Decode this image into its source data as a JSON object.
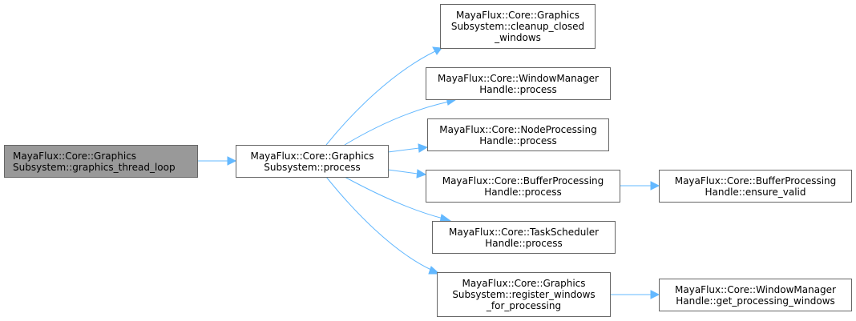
{
  "nodes": {
    "root": {
      "line1": "MayaFlux::Core::Graphics",
      "line2": "Subsystem::graphics_thread_loop"
    },
    "process": {
      "line1": "MayaFlux::Core::Graphics",
      "line2": "Subsystem::process"
    },
    "cleanup": {
      "line1": "MayaFlux::Core::Graphics",
      "line2": "Subsystem::cleanup_closed",
      "line3": "_windows"
    },
    "wm_process": {
      "line1": "MayaFlux::Core::WindowManager",
      "line2": "Handle::process"
    },
    "node_process": {
      "line1": "MayaFlux::Core::NodeProcessing",
      "line2": "Handle::process"
    },
    "buffer_process": {
      "line1": "MayaFlux::Core::BufferProcessing",
      "line2": "Handle::process"
    },
    "task_process": {
      "line1": "MayaFlux::Core::TaskScheduler",
      "line2": "Handle::process"
    },
    "register": {
      "line1": "MayaFlux::Core::Graphics",
      "line2": "Subsystem::register_windows",
      "line3": "_for_processing"
    },
    "ensure_valid": {
      "line1": "MayaFlux::Core::BufferProcessing",
      "line2": "Handle::ensure_valid"
    },
    "get_windows": {
      "line1": "MayaFlux::Core::WindowManager",
      "line2": "Handle::get_processing_windows"
    }
  },
  "colors": {
    "edge": "#63b8ff",
    "root_fill": "#999999",
    "border": "#666666"
  }
}
